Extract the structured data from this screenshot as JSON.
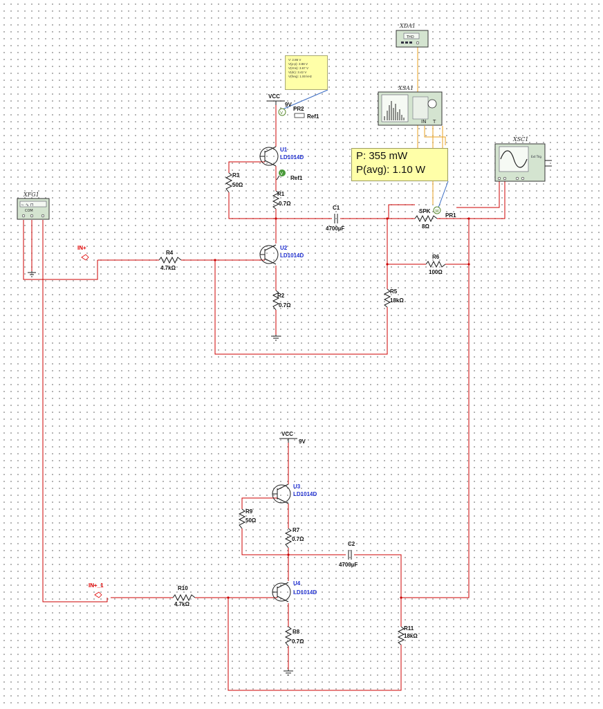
{
  "components": {
    "vcc_top": {
      "name": "VCC",
      "value": "9V"
    },
    "vcc_bottom": {
      "name": "VCC",
      "value": "9V"
    },
    "U1": {
      "ref": "U1",
      "part": "LD1014D"
    },
    "U2": {
      "ref": "U2",
      "part": "LD1014D"
    },
    "U3": {
      "ref": "U3",
      "part": "LD1014D"
    },
    "U4": {
      "ref": "U4",
      "part": "LD1014D"
    },
    "R1": {
      "ref": "R1",
      "value": "0.7Ω"
    },
    "R2": {
      "ref": "R2",
      "value": "0.7Ω"
    },
    "R3": {
      "ref": "R3",
      "value": "50Ω"
    },
    "R4": {
      "ref": "R4",
      "value": "4.7kΩ"
    },
    "R5": {
      "ref": "R5",
      "value": "18kΩ"
    },
    "R6": {
      "ref": "R6",
      "value": "100Ω"
    },
    "R7": {
      "ref": "R7",
      "value": "0.7Ω"
    },
    "R8": {
      "ref": "R8",
      "value": "0.7Ω"
    },
    "R9": {
      "ref": "R9",
      "value": "50Ω"
    },
    "R10": {
      "ref": "R10",
      "value": "4.7kΩ"
    },
    "R11": {
      "ref": "R11",
      "value": "18kΩ"
    },
    "C1": {
      "ref": "C1",
      "value": "4700µF"
    },
    "C2": {
      "ref": "C2",
      "value": "4700µF"
    },
    "SPK": {
      "ref": "SPK",
      "value": "8Ω"
    },
    "PR1": {
      "ref": "PR1"
    },
    "PR2": {
      "ref": "PR2"
    },
    "ref1_top": "Ref1",
    "ref1_mid": "Ref1"
  },
  "ports": {
    "in_plus": "IN+",
    "in_plus_1": "IN+_1"
  },
  "instruments": {
    "XFG1": {
      "label": "XFG1",
      "com": "COM"
    },
    "XSA1": {
      "label": "XSA1",
      "in": "IN",
      "t": "T"
    },
    "XSC1": {
      "label": "XSC1",
      "ext_trig": "Ext Trig"
    },
    "XDA1": {
      "label": "XDA1",
      "screen": "THD"
    }
  },
  "probe_power": {
    "p": "P: 355 mW",
    "pavg": "P(avg): 1.10 W"
  },
  "probe_voltage": [
    "V: 2.86 V",
    "V(p-p): 3.88 V",
    "V(rms): 3.67 V",
    "V(dc): 3.42 V",
    "V(freq): 1.00 kHz"
  ],
  "colors": {
    "wire": "#cc0000",
    "part_label": "#1f2fd0",
    "port_label": "#e00000",
    "probe_box": "#ffffa8"
  }
}
